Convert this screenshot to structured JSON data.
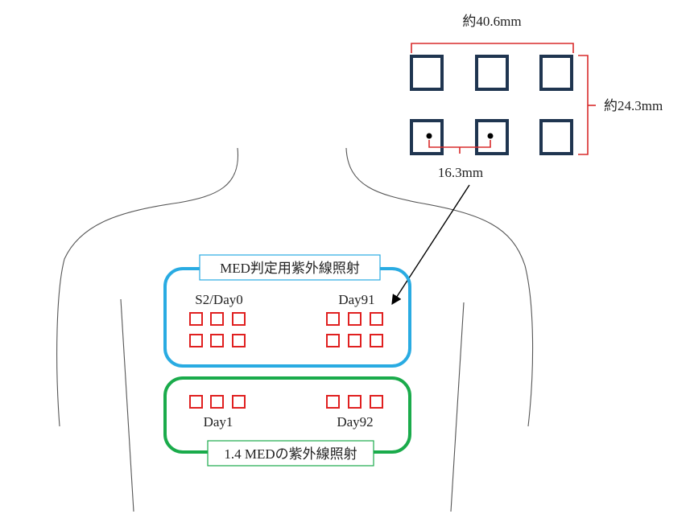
{
  "dimensions": {
    "width_label": "約40.6mm",
    "height_label": "約24.3mm",
    "spacing_label": "16.3mm"
  },
  "med_panel": {
    "caption": "MED判定用紫外線照射",
    "left_label": "S2/Day0",
    "right_label": "Day91",
    "border_color": "#29abe2"
  },
  "med14_panel": {
    "caption": "1.4 MEDの紫外線照射",
    "left_label": "Day1",
    "right_label": "Day92",
    "border_color": "#1aab4b"
  },
  "colors": {
    "site_square": "#e02020",
    "template_square": "#1f3550",
    "bracket": "#d92b2b",
    "outline": "#555555"
  }
}
